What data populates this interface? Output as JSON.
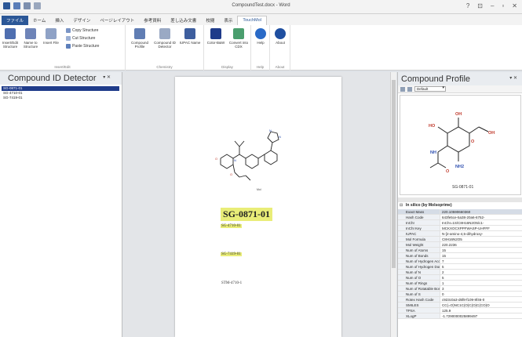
{
  "window": {
    "title": "CompoundTest.docx - Word",
    "controls": [
      "?",
      "⊡",
      "–",
      "▫",
      "✕"
    ]
  },
  "ribbon": {
    "tabs": [
      "ファイル",
      "ホーム",
      "挿入",
      "デザイン",
      "ページレイアウト",
      "参考資料",
      "差し込み文書",
      "校閲",
      "表示",
      "TouchMol"
    ],
    "active_tab": "TouchMol",
    "groups": {
      "insert_edit": {
        "label": "Insert/Edit",
        "buttons": [
          "Insert/Edit Structure",
          "Name to Structure",
          "Insert File"
        ],
        "small": [
          "Copy Structure",
          "Cut Structure",
          "Paste Structure"
        ]
      },
      "chemistry": {
        "label": "Chemistry",
        "buttons": [
          "Compound Profile",
          "Compound ID Detector",
          "IUPAC Name"
        ]
      },
      "display": {
        "label": "Display",
        "buttons": [
          "Color-B&W",
          "Convert into CDX"
        ]
      },
      "help": {
        "label": "Help",
        "buttons": [
          "Help"
        ]
      },
      "about": {
        "label": "About",
        "buttons": [
          "About"
        ]
      }
    }
  },
  "left_panel": {
    "title": "Compound ID Detector",
    "pin": "▾ ✕",
    "ids": [
      "SG-0871-01",
      "SG-4710-01",
      "SG-7419-01"
    ]
  },
  "document": {
    "molecule_caption": "Mol",
    "big_id": "SG-0871-01",
    "ids": [
      "SG-4710-01",
      "SG-7419-01",
      "STM-4710-1"
    ]
  },
  "right_panel": {
    "title": "Compound Profile",
    "pin": "▾ ✕",
    "view_select": "Default",
    "structure_id": "SG-0871-01",
    "atom_labels": [
      "OH",
      "OH",
      "HO",
      "NH",
      "O",
      "NH2",
      "O"
    ],
    "section": "In silico (by Molsoprime)",
    "properties": [
      [
        "Exact Mass",
        "220.10590660360"
      ],
      [
        "Hash Code",
        "643fe5ce-5a38-20a6-6752-"
      ],
      [
        "InChI",
        "InChI=1S/C8H16N2O5/c1-"
      ],
      [
        "InChI Key",
        "MCKXOCXPPFWASP-UHFFF"
      ],
      [
        "IUPAC",
        "N-[2-amino-4,5-dihydroxy-"
      ],
      [
        "Mol Formula",
        "C8H16N2O5"
      ],
      [
        "Mol Weight",
        "220.2236"
      ],
      [
        "Num of Atoms",
        "15"
      ],
      [
        "Num of Bonds",
        "15"
      ],
      [
        "Num of Hydrogen Acc",
        "7"
      ],
      [
        "Num of Hydrogen Don",
        "5"
      ],
      [
        "Num of N",
        "2"
      ],
      [
        "Num of O",
        "5"
      ],
      [
        "Num of Rings",
        "1"
      ],
      [
        "Num of Rotatable Bon",
        "3"
      ],
      [
        "Num of S",
        "0"
      ],
      [
        "Rotex Hash Code",
        "c923c0a3-d6f8-f109-8f46-0"
      ],
      [
        "SMILES",
        "CC(=O)NC1C(O)C(O)C(CO)O"
      ],
      [
        "TPSA",
        "125.9"
      ],
      [
        "XLogP",
        "-1.7290000025899497"
      ]
    ]
  },
  "colors": {
    "accent": "#2b5797",
    "highlight": "#e9ed78",
    "selection": "#1f3b8a"
  }
}
